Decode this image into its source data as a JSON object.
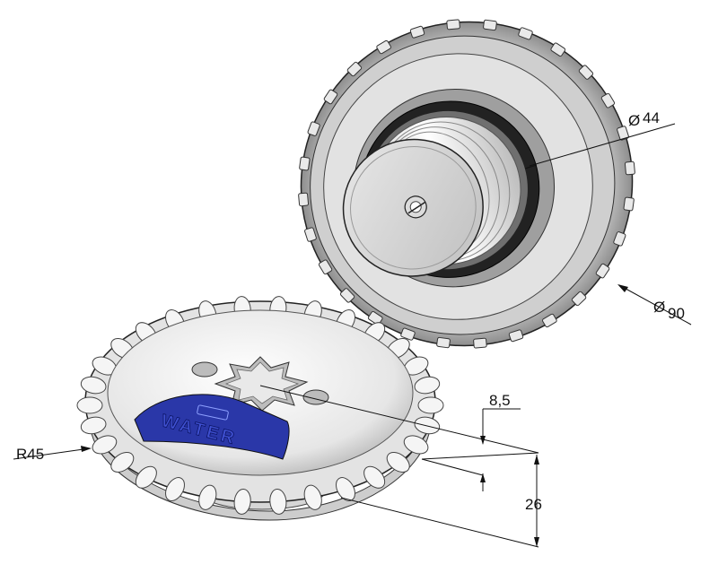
{
  "dimensions": {
    "inner_diameter": "44",
    "outer_diameter": "90",
    "radius": "R45",
    "height": "26",
    "depth": "8,5",
    "diameter_symbol": "Ø"
  },
  "label": {
    "text": "WATER",
    "color": "#2a37a8"
  },
  "colors": {
    "part_fill": "#f2f2f2",
    "part_shade": "#9a9a9a",
    "outline": "#222222"
  }
}
